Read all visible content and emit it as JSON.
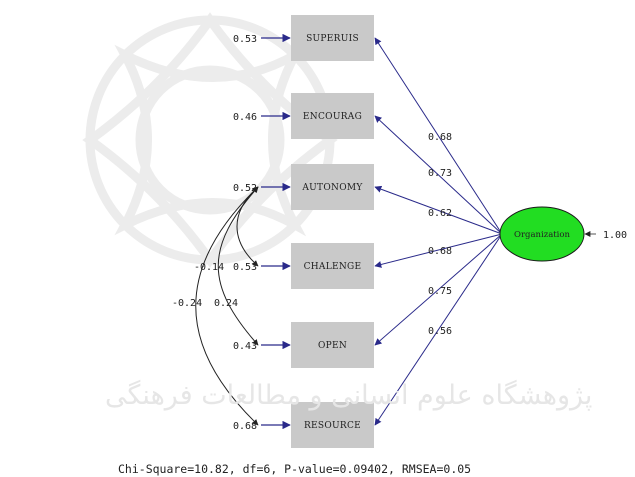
{
  "observed": [
    {
      "id": "superuis",
      "label": "SUPERUIS",
      "error": "0.53",
      "loading": "0.68"
    },
    {
      "id": "encourag",
      "label": "ENCOURAG",
      "error": "0.46",
      "loading": "0.73"
    },
    {
      "id": "autonomy",
      "label": "AUTONOMY",
      "error": "0.52",
      "loading": "0.62"
    },
    {
      "id": "chalenge",
      "label": "CHALENGE",
      "error": "0.53",
      "loading": "0.68"
    },
    {
      "id": "open",
      "label": "OPEN",
      "error": "0.43",
      "loading": "0.75"
    },
    {
      "id": "resource",
      "label": "RESOURCE",
      "error": "0.68",
      "loading": "0.56"
    }
  ],
  "latent": {
    "label": "Organization",
    "variance": "1.00",
    "color": "#22dd22"
  },
  "covariances": {
    "autonomy_chalenge": "-0.14",
    "autonomy_resource": "-0.24",
    "autonomy_open": "0.24"
  },
  "fit_statistics": "Chi-Square=10.82, df=6, P-value=0.09402, RMSEA=0.05",
  "watermark": "پژوهشگاه علوم انسانی و مطالعات فرهنگی",
  "colors": {
    "box_fill": "#c9c9c9",
    "arrow": "#2a2a8a"
  }
}
